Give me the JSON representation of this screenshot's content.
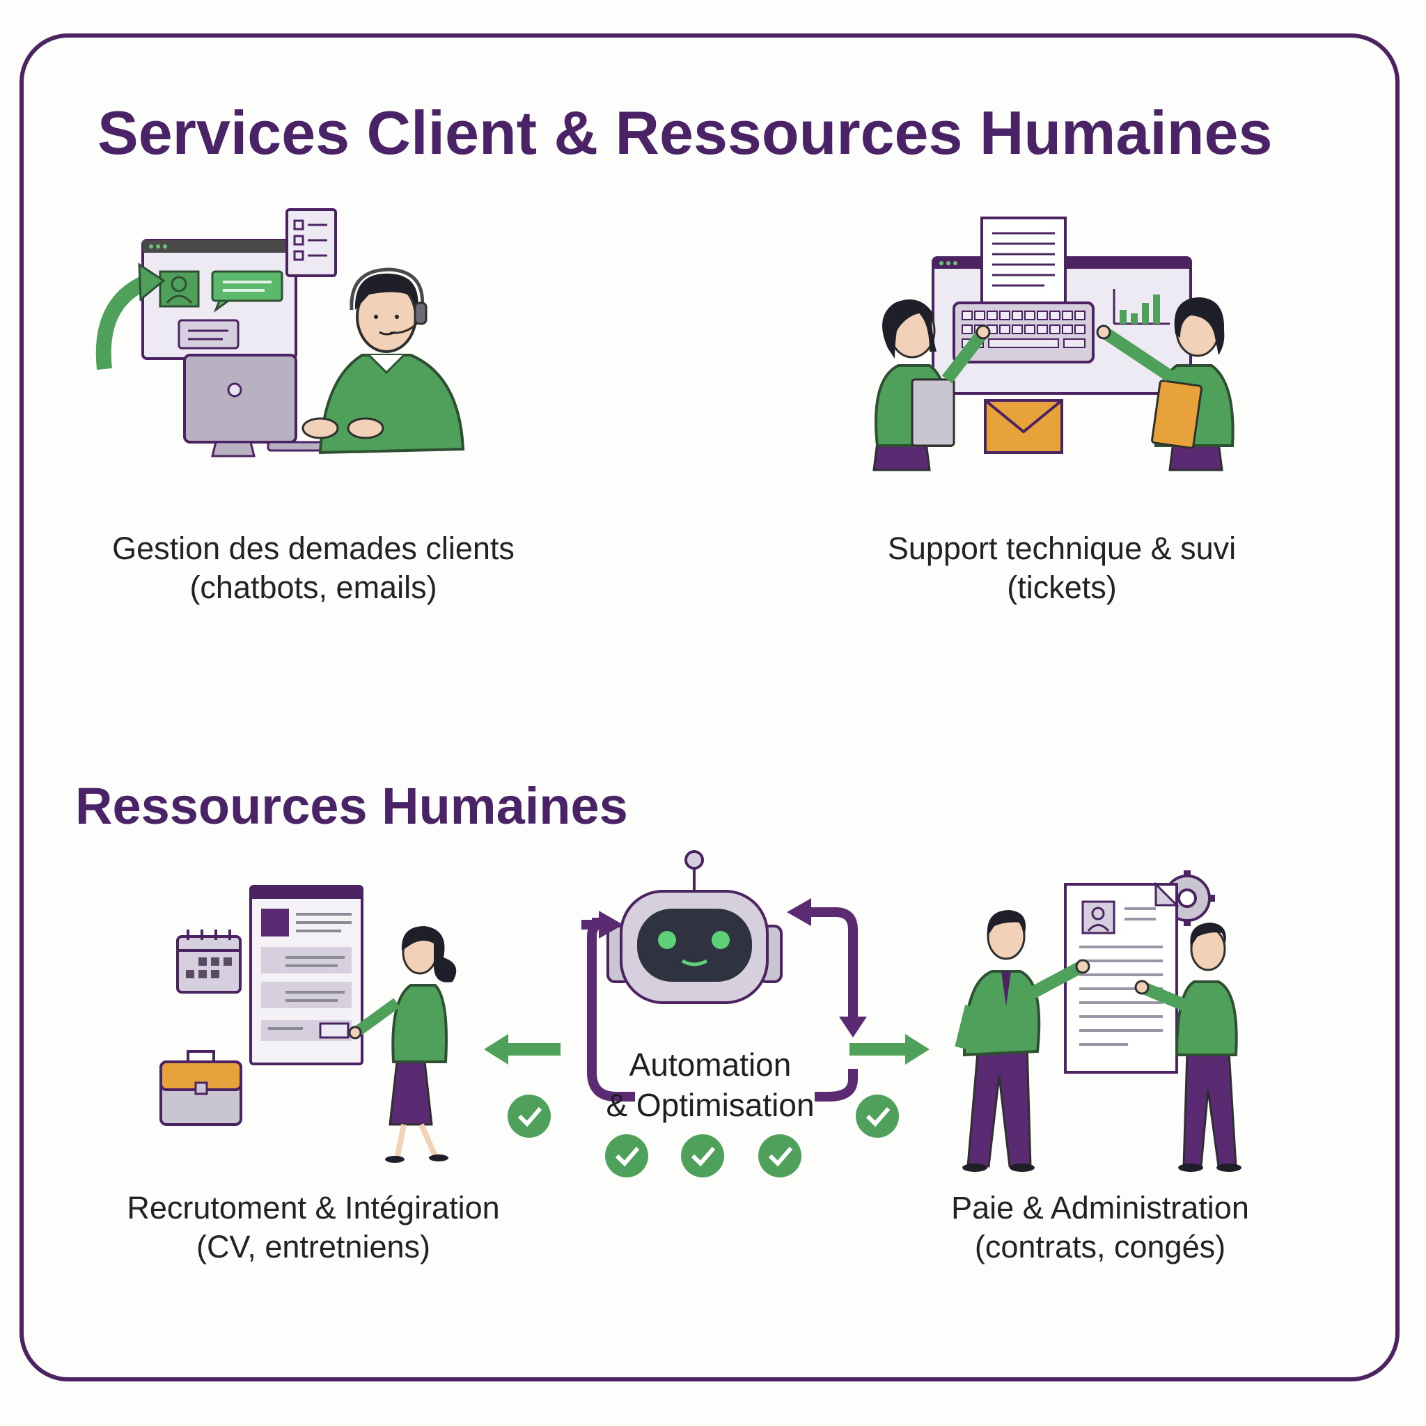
{
  "title": "Services Client & Ressources Humaines",
  "hr_section_title": "Ressources Humaines",
  "cards": [
    {
      "line1": "Gestion des demades clients",
      "line2": "(chatbots, emails)",
      "icon": "customer-support-agent-icon"
    },
    {
      "line1": "Support technique & suvi",
      "line2": "(tickets)",
      "icon": "tech-support-team-icon"
    },
    {
      "line1": "Recrutoment & Intégiration",
      "line2": "(CV, entretniens)",
      "icon": "recruitment-icon"
    },
    {
      "line1": "Paie & Administration",
      "line2": "(contrats, congés)",
      "icon": "payroll-admin-icon"
    }
  ],
  "center": {
    "line1": "Automation",
    "line2": "& Optimisation",
    "icon": "robot-icon"
  },
  "colors": {
    "purple": "#4a2366",
    "green": "#4ea05a",
    "orange": "#e8a23b",
    "gray": "#c9c6d2"
  }
}
